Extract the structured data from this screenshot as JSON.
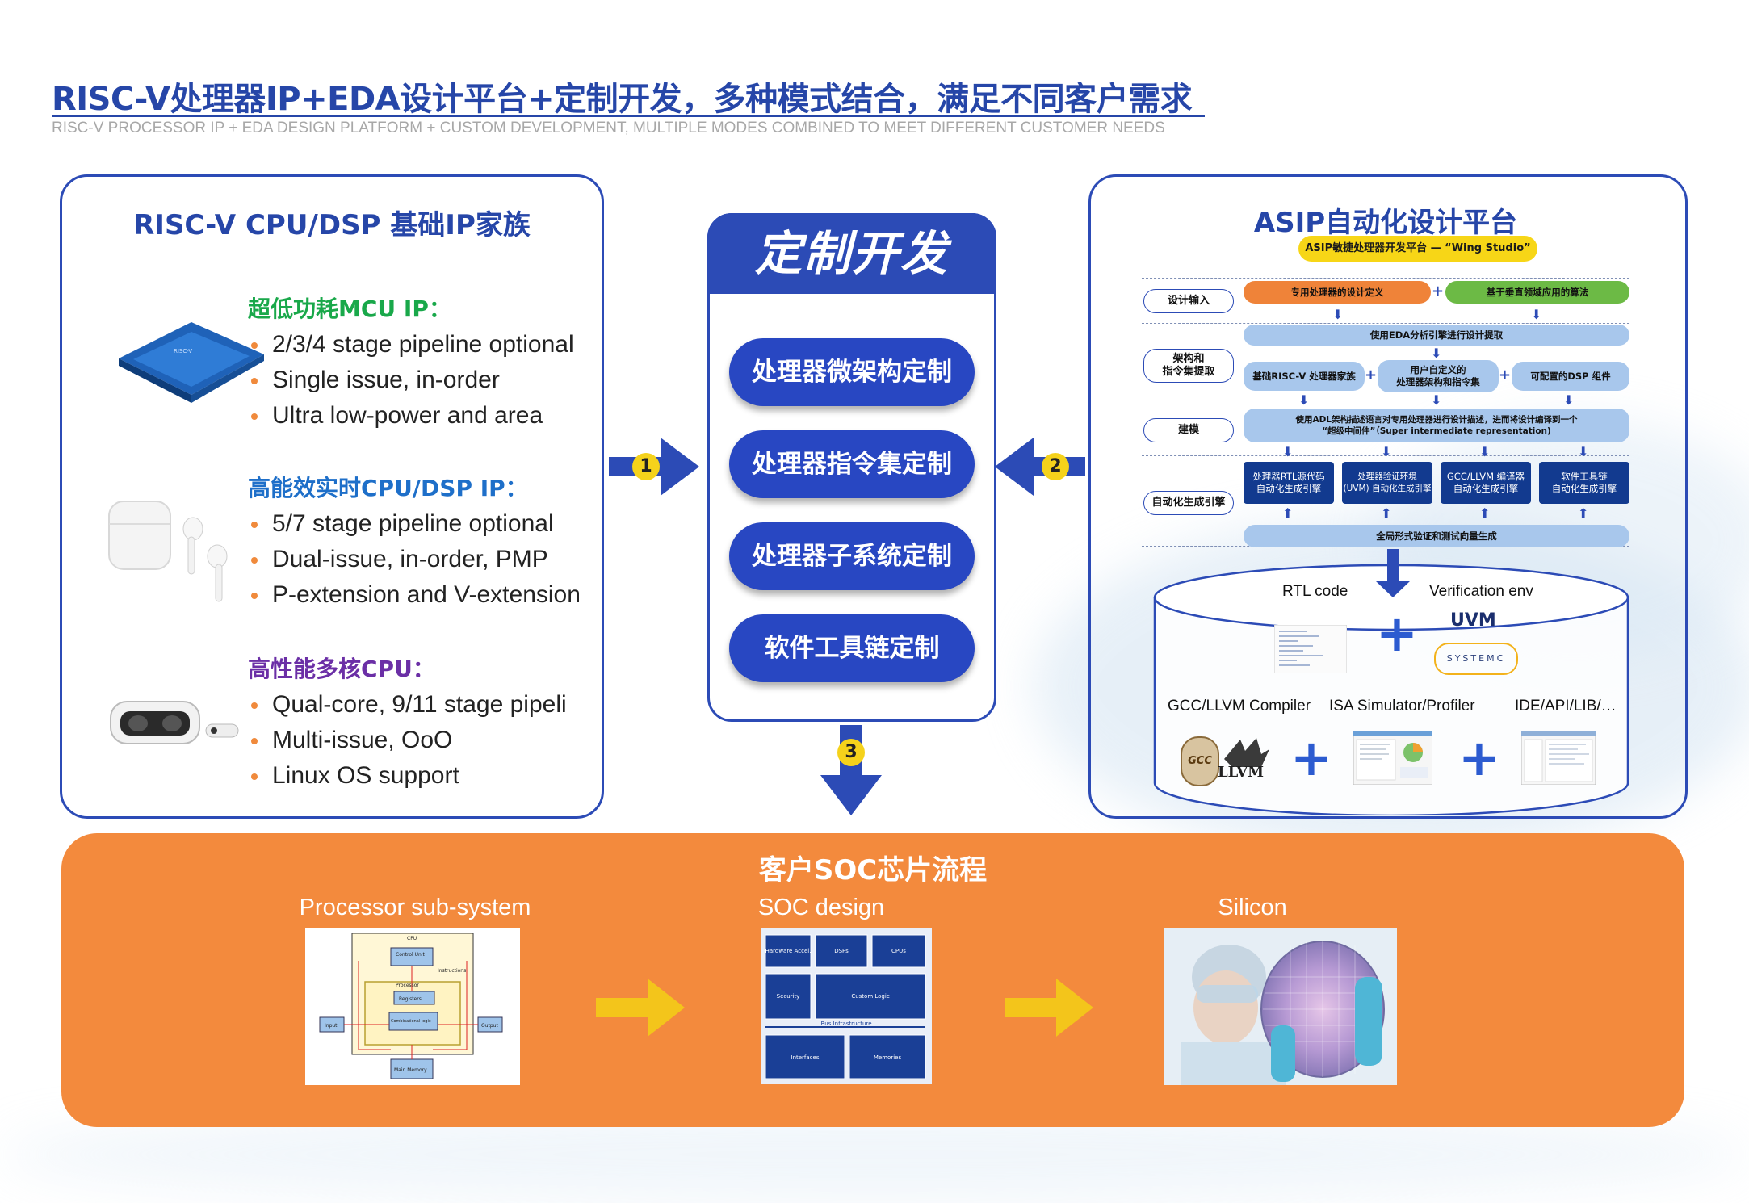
{
  "header": {
    "title": "RISC-V处理器IP+EDA设计平台+定制开发，多种模式结合，满足不同客户需求",
    "subtitle": "RISC-V PROCESSOR IP + EDA DESIGN PLATFORM + CUSTOM DEVELOPMENT, MULTIPLE MODES COMBINED TO MEET DIFFERENT CUSTOMER NEEDS"
  },
  "left_panel": {
    "title": "RISC-V CPU/DSP 基础IP家族",
    "groups": [
      {
        "heading": "超低功耗MCU IP：",
        "color": "#19a84a",
        "icon": "chip-icon",
        "bullets": [
          "2/3/4 stage pipeline optional",
          "Single issue, in-order",
          "Ultra low-power and area"
        ]
      },
      {
        "heading": "高能效实时CPU/DSP IP：",
        "color": "#1e6fc9",
        "icon": "earbuds-icon",
        "bullets": [
          "5/7 stage pipeline optional",
          "Dual-issue, in-order, PMP",
          "P-extension and V-extension"
        ]
      },
      {
        "heading": "高性能多核CPU：",
        "color": "#6b2fa6",
        "icon": "vr-headset-icon",
        "bullets": [
          "Qual-core, 9/11 stage pipeli",
          "Multi-issue, OoO",
          "Linux OS support"
        ]
      }
    ]
  },
  "center": {
    "title": "定制开发",
    "buttons": [
      "处理器微架构定制",
      "处理器指令集定制",
      "处理器子系统定制",
      "软件工具链定制"
    ]
  },
  "flow_numbers": [
    "1",
    "2",
    "3"
  ],
  "right_panel": {
    "title": "ASIP自动化设计平台",
    "tag": "ASIP敏捷处理器开发平台 — “Wing Studio”",
    "row_labels": [
      "设计输入",
      "架构和\n指令集提取",
      "建模",
      "自动化生成引擎"
    ],
    "design_input": [
      "专用处理器的设计定义",
      "基于垂直领域应用的算法"
    ],
    "eda_extract": "使用EDA分析引擎进行设计提取",
    "arch": [
      "基础RISC-V 处理器家族",
      "用户自定义的\n处理器架构和指令集",
      "可配置的DSP 组件"
    ],
    "adl": "使用ADL架构描述语言对专用处理器进行设计描述，进而将设计编译到一个\n“超级中间件”（Super intermediate representation)",
    "engines": [
      "处理器RTL源代码\n自动化生成引擎",
      "处理器验证环境\n(UVM) 自动化生成引擎",
      "GCC/LLVM 编译器\n自动化生成引擎",
      "软件工具链\n自动化生成引擎"
    ],
    "formal": "全局形式验证和测试向量生成",
    "outputs": {
      "rtl": "RTL code",
      "verif": "Verification env",
      "compiler": "GCC/LLVM Compiler",
      "simulator": "ISA Simulator/Profiler",
      "ide": "IDE/API/LIB/…",
      "uvm_logo": "UVM",
      "systemc_logo": "SYSTEMC",
      "gcc_logo": "GCC",
      "llvm_logo": "LLVM"
    }
  },
  "bottom": {
    "title": "客户SOC芯片流程",
    "stages": [
      "Processor sub-system",
      "SOC design",
      "Silicon"
    ],
    "subsystem_diagram": [
      "CPU",
      "Control Unit",
      "Instructions",
      "Processor",
      "Registers",
      "Combinational logic",
      "Input",
      "Output",
      "Main Memory"
    ],
    "soc_blocks": [
      "Hardware Accel.",
      "DSPs",
      "CPUs",
      "Security",
      "Custom Logic",
      "Bus Infrastructure",
      "Interfaces",
      "Memories"
    ]
  },
  "colors": {
    "brand_blue": "#2c4bb6",
    "orange": "#f38a3d",
    "yellow_arrow": "#f3c51b"
  }
}
